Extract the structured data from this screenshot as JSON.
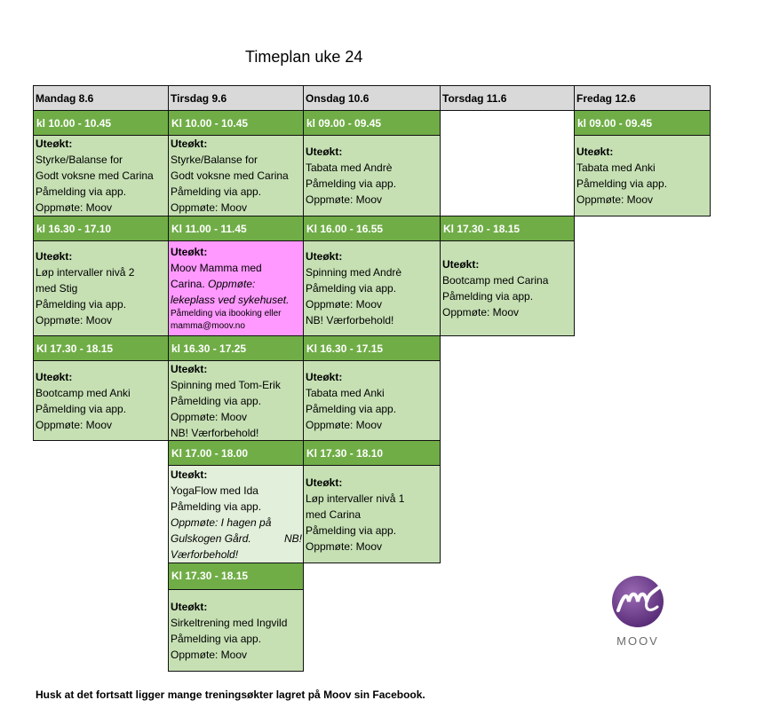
{
  "title": "Timeplan uke 24",
  "days": [
    "Mandag 8.6",
    "Tirsdag 9.6",
    "Onsdag 10.6",
    "Torsdag 11.6",
    "Fredag 12.6"
  ],
  "sessions": {
    "mon1": {
      "time": "kl 10.00 - 10.45",
      "label": "Uteøkt:",
      "l1": "Styrke/Balanse for",
      "l2": "Godt voksne med Carina",
      "l3": "Påmelding via app.",
      "l4": "Oppmøte: Moov"
    },
    "tue1": {
      "time": "Kl 10.00 - 10.45",
      "label": "Uteøkt:",
      "l1": "Styrke/Balanse for",
      "l2": "Godt voksne med Carina",
      "l3": "Påmelding via app.",
      "l4": "Oppmøte: Moov"
    },
    "wed1": {
      "time": "kl 09.00 - 09.45",
      "label": "Uteøkt:",
      "l1": "Tabata med Andrè",
      "l2": "Påmelding via app.",
      "l3": "Oppmøte: Moov"
    },
    "fri1": {
      "time": "kl 09.00 - 09.45",
      "label": "Uteøkt:",
      "l1": "Tabata med Anki",
      "l2": "Påmelding via app.",
      "l3": "Oppmøte: Moov"
    },
    "mon2": {
      "time": "kl 16.30 - 17.10",
      "label": "Uteøkt:",
      "l1": "Løp intervaller nivå 2",
      "l2": "med Stig",
      "l3": "Påmelding via app.",
      "l4": "Oppmøte: Moov"
    },
    "tue2": {
      "time": "Kl 11.00 - 11.45",
      "label": "Uteøkt:",
      "l1": "Moov Mamma med",
      "l2a": "Carina. ",
      "l2b": "Oppmøte:",
      "l3": "lekeplass ved sykehuset.",
      "l4": "Påmelding via ibooking eller",
      "l5": "mamma@moov.no"
    },
    "wed2": {
      "time": "Kl 16.00 - 16.55",
      "label": "Uteøkt:",
      "l1": "Spinning med Andrè",
      "l2": "Påmelding via app.",
      "l3": "Oppmøte: Moov",
      "l4": "NB! Værforbehold!"
    },
    "thu2": {
      "time": "Kl 17.30 - 18.15",
      "label": "Uteøkt:",
      "l1": "Bootcamp med Carina",
      "l2": "Påmelding via app.",
      "l3": "Oppmøte: Moov"
    },
    "mon3": {
      "time": "Kl 17.30 - 18.15",
      "label": "Uteøkt:",
      "l1": "Bootcamp med Anki",
      "l2": "Påmelding via app.",
      "l3": "Oppmøte: Moov"
    },
    "tue3": {
      "time": "kl 16.30 - 17.25",
      "label": "Uteøkt:",
      "l1": "Spinning med Tom-Erik",
      "l2": "Påmelding via app.",
      "l3": "Oppmøte: Moov",
      "l4": "NB! Værforbehold!"
    },
    "wed3": {
      "time": "Kl 16.30 - 17.15",
      "label": "Uteøkt:",
      "l1": "Tabata med Anki",
      "l2": "Påmelding via app.",
      "l3": "Oppmøte: Moov"
    },
    "tue4": {
      "time": "Kl 17.00 - 18.00",
      "label": "Uteøkt:",
      "l1": "YogaFlow med Ida",
      "l2": "Påmelding via app.",
      "l3": "Oppmøte: I hagen på",
      "l4a": "Gulskogen Gård.",
      "l4b": "NB!",
      "l5": "Værforbehold!"
    },
    "wed4": {
      "time": "Kl 17.30 - 18.10",
      "label": "Uteøkt:",
      "l1": "Løp intervaller nivå 1",
      "l2": "med Carina",
      "l3": "Påmelding via app.",
      "l4": "Oppmøte: Moov"
    },
    "tue5": {
      "time": "Kl 17.30 - 18.15",
      "label": "Uteøkt:",
      "l1": "Sirkeltrening med Ingvild",
      "l2": "Påmelding via app.",
      "l3": "Oppmøte: Moov"
    }
  },
  "logo_text": "MOOV",
  "footer": "Husk at det fortsatt ligger mange treningsøkter lagret på Moov sin Facebook.",
  "colors": {
    "header": "#d9d9d9",
    "time": "#70ad47",
    "body": "#c6e0b4",
    "pink": "#ff99ff",
    "logo": "#6b3c87"
  }
}
